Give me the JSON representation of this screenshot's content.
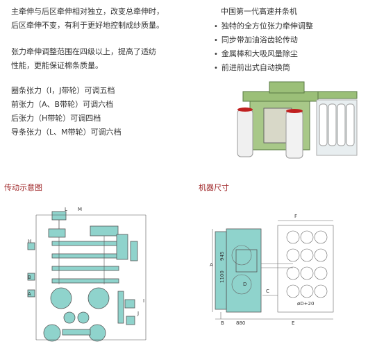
{
  "left_text": {
    "para1": [
      "主牵伸与后区牵伸相对独立，改变总牵伸时，",
      "后区牵伸不变，有利于更好地控制成纱质量。"
    ],
    "para2": [
      "张力牵伸调整范围在四级以上，提高了适纺",
      "性能，更能保证棉条质量。"
    ],
    "tensions": [
      "圈条张力（I，J带轮）可调五档",
      "前张力（A、B带轮）可调六档",
      "后张力（H带轮）可调四档",
      "导条张力（L、M带轮）可调六档"
    ]
  },
  "right_text": {
    "heading": "中国第一代高速并条机",
    "features": [
      "独特的全方位张力牵伸调整",
      "同步带加油浴齿轮传动",
      "金属棒和大吸风量除尘",
      "前进前出式自动换筒"
    ]
  },
  "sections": {
    "transmission": "传动示意图",
    "dimensions": "机器尺寸"
  },
  "diagram_labels": {
    "L": "L",
    "M": "M",
    "H": "H",
    "B": "B",
    "A": "A",
    "I": "I",
    "J": "J"
  },
  "dimension_labels": {
    "A": "A",
    "B": "B",
    "C": "C",
    "D": "D",
    "E": "E",
    "F": "F",
    "v945": "945",
    "v1100": "1100",
    "v880": "880",
    "d20": "øD+20",
    "d": "øD"
  },
  "colors": {
    "section_title": "#a0282a",
    "diagram_fill": "#8fd3cc",
    "machine_green": "#9bbf78"
  }
}
